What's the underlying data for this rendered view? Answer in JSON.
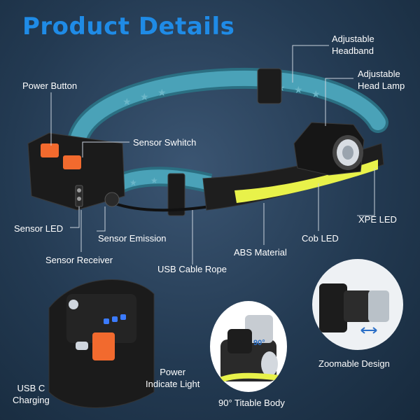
{
  "title": "Product Details",
  "labels": {
    "adjustable_headband": [
      "Adjustable",
      "Headband"
    ],
    "adjustable_head_lamp": [
      "Adjustable",
      "Head Lamp"
    ],
    "power_button": "Power Button",
    "sensor_switch": "Sensor Swhitch",
    "sensor_led": "Sensor LED",
    "sensor_emission": "Sensor Emission",
    "sensor_receiver": "Sensor Receiver",
    "usb_cable_rope": "USB Cable Rope",
    "abs_material": "ABS Material",
    "cob_led": "Cob LED",
    "xpe_led": "XPE LED",
    "usb_c_charging": [
      "USB C",
      "Charging"
    ],
    "power_indicate_light": [
      "Power",
      "Indicate Light"
    ],
    "titable_body": "90° Titable Body",
    "zoomable_design": "Zoomable Design"
  },
  "badges": {
    "angle": "90°"
  },
  "colors": {
    "title_blue": "#1f8be6",
    "band_teal": "#3a8ea3",
    "cob_yellow": "#e8f24a",
    "button_orange": "#f26a2e",
    "indicator_blue": "#3b7bff"
  }
}
